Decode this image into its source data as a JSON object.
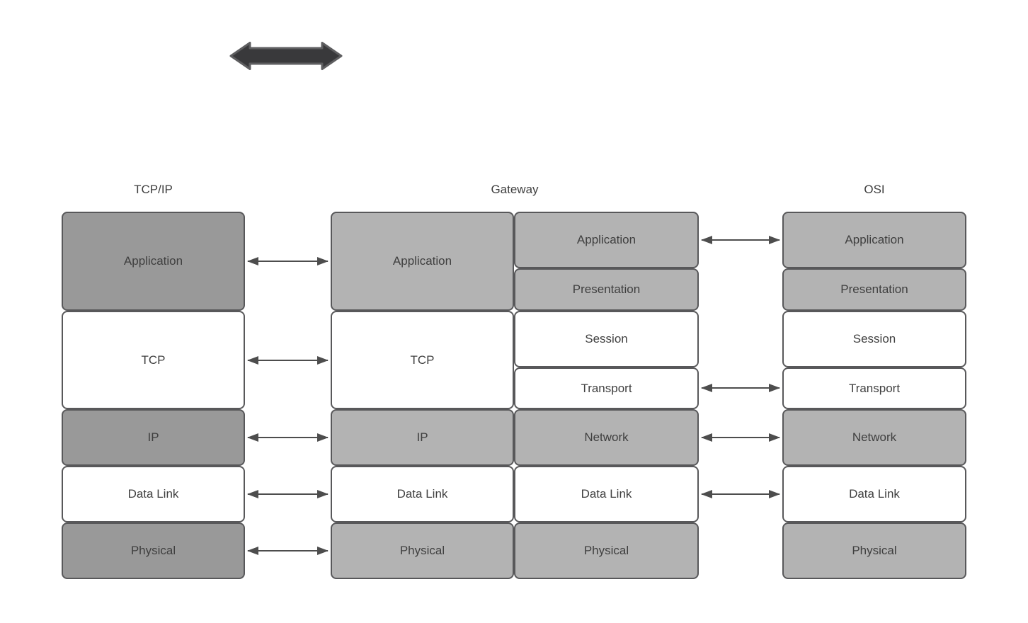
{
  "headers": {
    "tcpip": "TCP/IP",
    "gateway": "Gateway",
    "osi": "OSI"
  },
  "stacks": {
    "tcpip": [
      {
        "label": "Application",
        "tone": "dark-gray"
      },
      {
        "label": "TCP",
        "tone": "white"
      },
      {
        "label": "IP",
        "tone": "dark-gray"
      },
      {
        "label": "Data Link",
        "tone": "white"
      },
      {
        "label": "Physical",
        "tone": "dark-gray"
      }
    ],
    "gateway_left": [
      {
        "label": "Application",
        "tone": "light-gray"
      },
      {
        "label": "TCP",
        "tone": "white"
      },
      {
        "label": "IP",
        "tone": "light-gray"
      },
      {
        "label": "Data Link",
        "tone": "white"
      },
      {
        "label": "Physical",
        "tone": "light-gray"
      }
    ],
    "gateway_right": [
      {
        "label": "Application",
        "tone": "light-gray"
      },
      {
        "label": "Presentation",
        "tone": "light-gray"
      },
      {
        "label": "Session",
        "tone": "white"
      },
      {
        "label": "Transport",
        "tone": "white"
      },
      {
        "label": "Network",
        "tone": "light-gray"
      },
      {
        "label": "Data Link",
        "tone": "white"
      },
      {
        "label": "Physical",
        "tone": "light-gray"
      }
    ],
    "osi": [
      {
        "label": "Application",
        "tone": "light-gray"
      },
      {
        "label": "Presentation",
        "tone": "light-gray"
      },
      {
        "label": "Session",
        "tone": "white"
      },
      {
        "label": "Transport",
        "tone": "white"
      },
      {
        "label": "Network",
        "tone": "light-gray"
      },
      {
        "label": "Data Link",
        "tone": "white"
      },
      {
        "label": "Physical",
        "tone": "light-gray"
      }
    ]
  },
  "connections": [
    {
      "from": "tcpip.Application",
      "to": "gateway_left.Application",
      "type": "double-arrow"
    },
    {
      "from": "tcpip.TCP",
      "to": "gateway_left.TCP",
      "type": "double-arrow"
    },
    {
      "from": "tcpip.IP",
      "to": "gateway_left.IP",
      "type": "double-arrow"
    },
    {
      "from": "tcpip.Data Link",
      "to": "gateway_left.Data Link",
      "type": "double-arrow"
    },
    {
      "from": "tcpip.Physical",
      "to": "gateway_left.Physical",
      "type": "double-arrow"
    },
    {
      "from": "gateway_right.Application",
      "to": "osi.Application",
      "type": "double-arrow"
    },
    {
      "from": "gateway_right.Transport",
      "to": "osi.Transport",
      "type": "double-arrow"
    },
    {
      "from": "gateway_right.Network",
      "to": "osi.Network",
      "type": "double-arrow"
    },
    {
      "from": "gateway_right.Data Link",
      "to": "osi.Data Link",
      "type": "double-arrow"
    }
  ],
  "colors": {
    "dark_gray_fill": "#999999",
    "light_gray_fill": "#b3b3b3",
    "white_fill": "#ffffff",
    "box_border": "#58585a",
    "text": "#3f3f3f",
    "connector": "#4d4d4d",
    "thick_arrow_fill": "#39393b",
    "thick_arrow_stroke": "#5e5e60"
  }
}
